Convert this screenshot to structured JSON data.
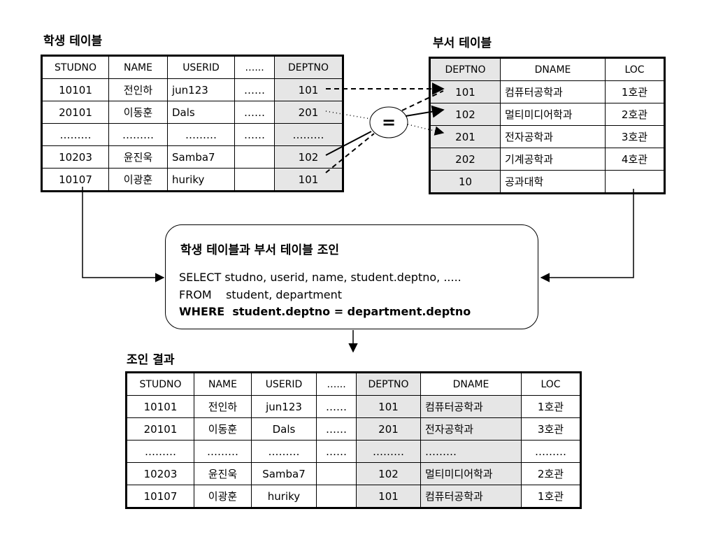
{
  "student_table": {
    "caption": "학생 테이블",
    "headers": [
      "STUDNO",
      "NAME",
      "USERID",
      "…...",
      "DEPTNO"
    ],
    "rows": [
      [
        "10101",
        "전인하",
        "jun123",
        "……",
        "101"
      ],
      [
        "20101",
        "이동훈",
        "Dals",
        "……",
        "201"
      ],
      [
        "………",
        "………",
        "………",
        "……",
        "………"
      ],
      [
        "10203",
        "윤진욱",
        "Samba7",
        "",
        "102"
      ],
      [
        "10107",
        "이광훈",
        "huriky",
        "",
        "101"
      ]
    ]
  },
  "dept_table": {
    "caption": "부서 테이블",
    "headers": [
      "DEPTNO",
      "DNAME",
      "LOC"
    ],
    "rows": [
      [
        "101",
        "컴퓨터공학과",
        "1호관"
      ],
      [
        "102",
        "멀티미디어학과",
        "2호관"
      ],
      [
        "201",
        "전자공학과",
        "3호관"
      ],
      [
        "202",
        "기계공학과",
        "4호관"
      ],
      [
        "10",
        "공과대학",
        ""
      ]
    ]
  },
  "equals_symbol": "=",
  "join": {
    "title": "학생 테이블과 부서 테이블 조인",
    "sql_line1": "SELECT studno, userid, name, student.deptno, .....",
    "sql_line2": "FROM    student, department",
    "sql_line3": "WHERE  student.deptno = department.deptno"
  },
  "result_table": {
    "caption": "조인 결과",
    "headers": [
      "STUDNO",
      "NAME",
      "USERID",
      "…...",
      "DEPTNO",
      "DNAME",
      "LOC"
    ],
    "rows": [
      [
        "10101",
        "전인하",
        "jun123",
        "……",
        "101",
        "컴퓨터공학과",
        "1호관"
      ],
      [
        "20101",
        "이동훈",
        "Dals",
        "……",
        "201",
        "전자공학과",
        "3호관"
      ],
      [
        "………",
        "………",
        "………",
        "……",
        "………",
        "………",
        "………"
      ],
      [
        "10203",
        "윤진욱",
        "Samba7",
        "",
        "102",
        "멀티미디어학과",
        "2호관"
      ],
      [
        "10107",
        "이광훈",
        "huriky",
        "",
        "101",
        "컴퓨터공학과",
        "1호관"
      ]
    ]
  },
  "colors": {
    "shade": "#e6e6e6",
    "line": "#000000"
  }
}
